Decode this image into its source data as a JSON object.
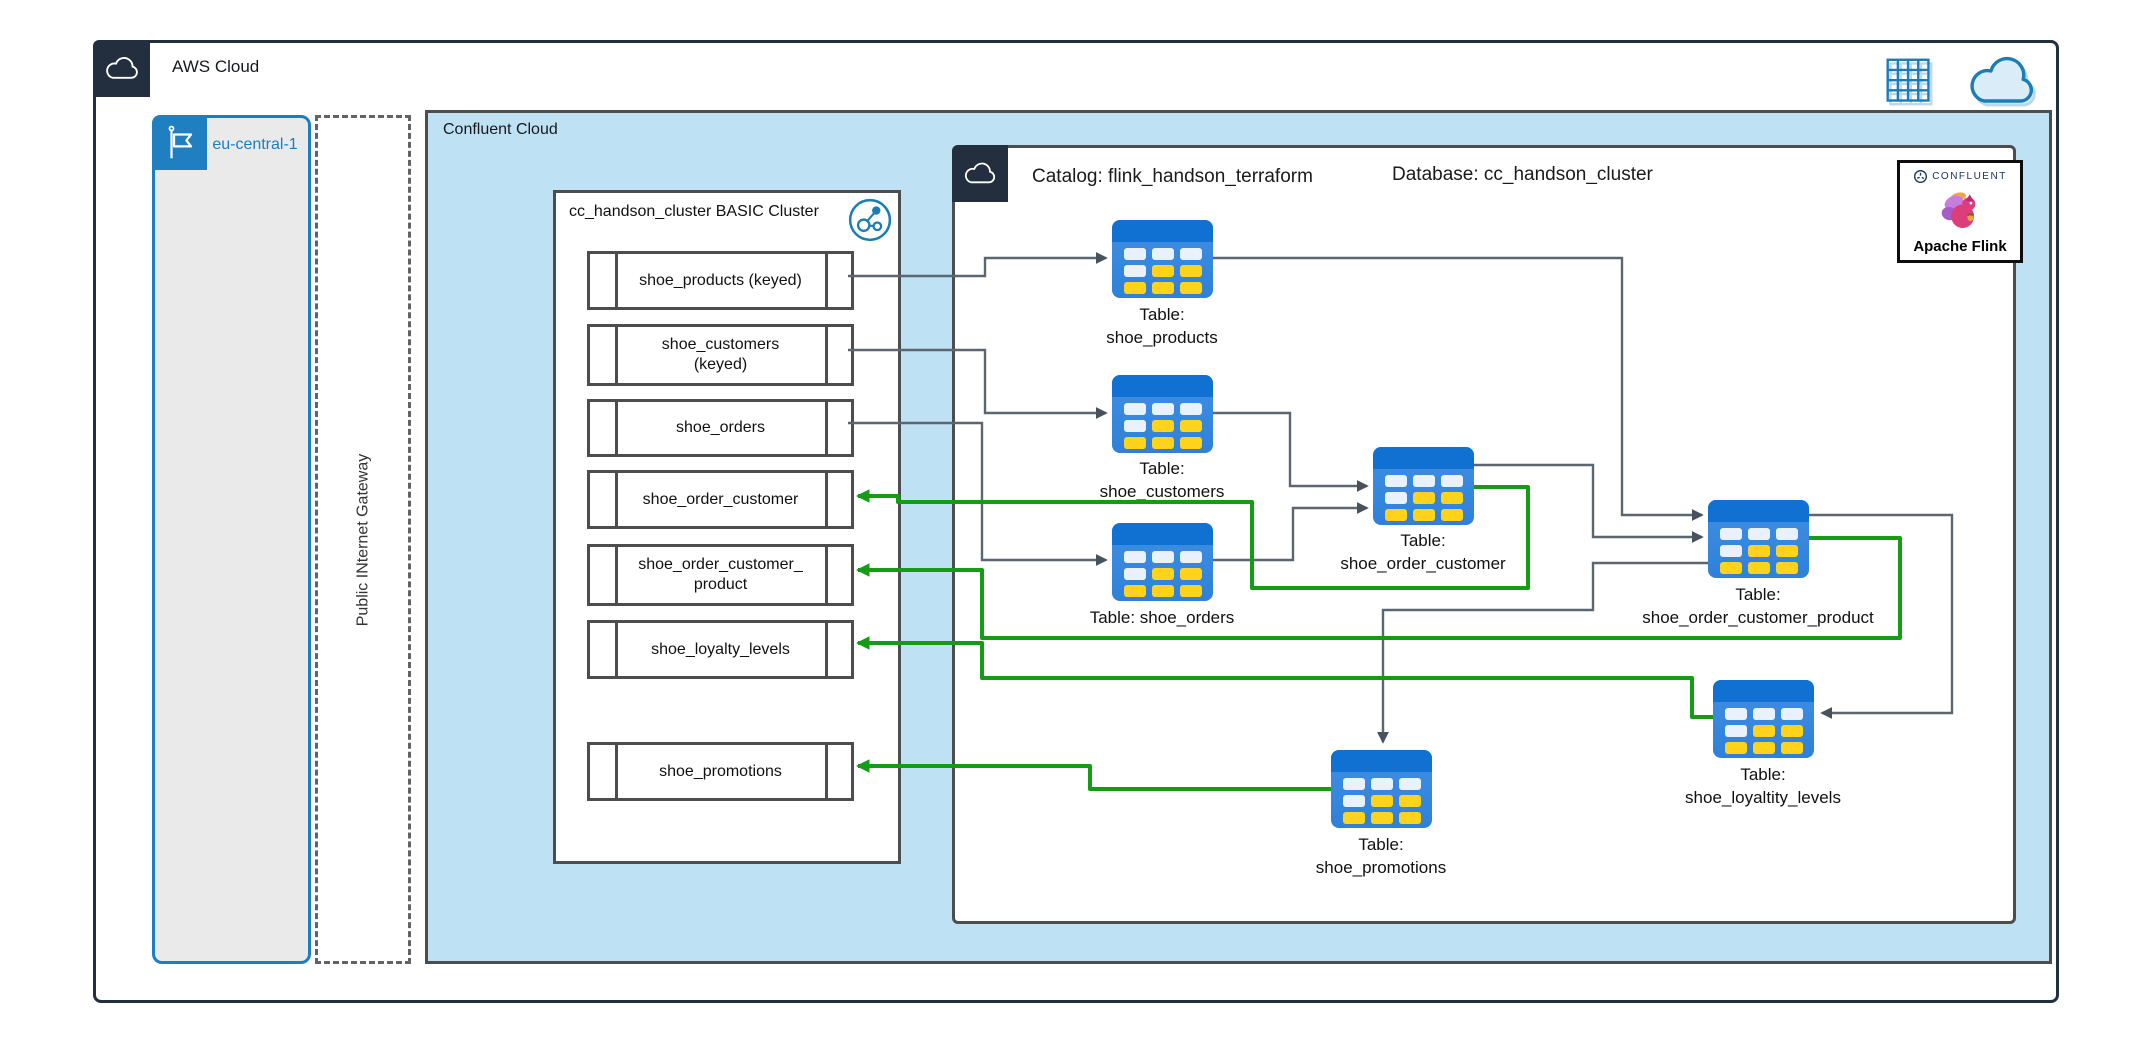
{
  "aws": {
    "label": "AWS Cloud"
  },
  "region": {
    "label": "eu-central-1"
  },
  "gateway": {
    "label": "Public INternet Gateway"
  },
  "confluent": {
    "label": "Confluent Cloud"
  },
  "cluster": {
    "title": "cc_handson_cluster BASIC Cluster",
    "topics": [
      {
        "line1": "shoe_products (keyed)",
        "line2": ""
      },
      {
        "line1": "shoe_customers",
        "line2": "(keyed)"
      },
      {
        "line1": "shoe_orders",
        "line2": ""
      },
      {
        "line1": "shoe_order_customer",
        "line2": ""
      },
      {
        "line1": "shoe_order_customer_",
        "line2": "product"
      },
      {
        "line1": "shoe_loyalty_levels",
        "line2": ""
      },
      {
        "line1": "shoe_promotions",
        "line2": ""
      }
    ]
  },
  "catalog": {
    "title": "Catalog: flink_handson_terraform",
    "database": "Database: cc_handson_cluster",
    "tables": [
      {
        "line1": "Table:",
        "line2": "shoe_products"
      },
      {
        "line1": "Table:",
        "line2": "shoe_customers"
      },
      {
        "line1": "Table: shoe_orders",
        "line2": ""
      },
      {
        "line1": "Table:",
        "line2": "shoe_order_customer"
      },
      {
        "line1": "Table:",
        "line2": "shoe_order_customer_product"
      },
      {
        "line1": "Table:",
        "line2": "shoe_loyaltity_levels"
      },
      {
        "line1": "Table:",
        "line2": "shoe_promotions"
      }
    ]
  },
  "logo": {
    "brand": "CONFLUENT",
    "product": "Apache Flink"
  },
  "icons": [
    "aws-cloud-icon",
    "region-flag-icon",
    "kafka-cluster-icon",
    "table-grid-icon",
    "cloud-outline-icon",
    "confluent-logo-icon",
    "apache-flink-squirrel-icon"
  ],
  "colors": {
    "navy": "#232F3E",
    "region_blue": "#1B7EC3",
    "confluent_bg": "#BFE1F4",
    "box_border": "#4D4D4D",
    "edge_gray": "#5B6670",
    "edge_green": "#149C14",
    "table_header_blue": "#1171D2",
    "table_body_blue": "#3D8FE3",
    "cell_yellow": "#FFD21C",
    "cell_light": "#E9F2FC"
  },
  "edges": {
    "gray": [
      {
        "from": "topic shoe_products (keyed)",
        "to": "table shoe_products"
      },
      {
        "from": "table shoe_products",
        "to": "table shoe_order_customer_product"
      },
      {
        "from": "topic shoe_customers (keyed)",
        "to": "table shoe_customers"
      },
      {
        "from": "table shoe_customers",
        "to": "table shoe_order_customer"
      },
      {
        "from": "topic shoe_orders",
        "to": "table shoe_orders"
      },
      {
        "from": "table shoe_orders",
        "to": "table shoe_order_customer"
      },
      {
        "from": "table shoe_order_customer",
        "to": "table shoe_order_customer_product"
      },
      {
        "from": "table shoe_order_customer_product",
        "to": "table shoe_promotions"
      },
      {
        "from": "table shoe_order_customer_product",
        "to": "table shoe_loyaltity_levels"
      }
    ],
    "green": [
      {
        "from": "table shoe_order_customer",
        "to": "topic shoe_order_customer"
      },
      {
        "from": "table shoe_order_customer_product",
        "to": "topic shoe_order_customer_product"
      },
      {
        "from": "table shoe_loyaltity_levels",
        "to": "topic shoe_loyalty_levels"
      },
      {
        "from": "table shoe_promotions",
        "to": "topic shoe_promotions"
      }
    ]
  }
}
